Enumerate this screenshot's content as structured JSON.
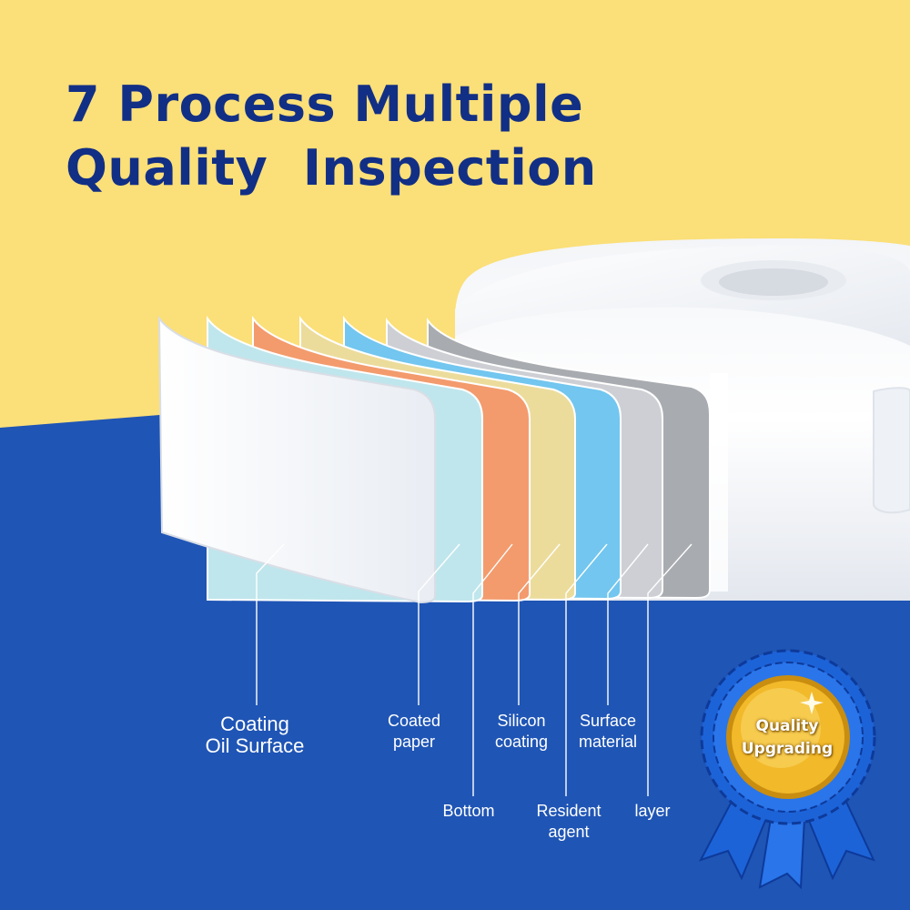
{
  "headline": {
    "line1": "7 Process Multiple",
    "line2": "Quality  Inspection"
  },
  "layer_labels": {
    "coating_oil_surface": [
      "Coating",
      "Oil Surface"
    ],
    "coated_paper": [
      "Coated",
      "paper"
    ],
    "bottom": [
      "Bottom"
    ],
    "silicon_coating": [
      "Silicon",
      "coating"
    ],
    "resident_agent": [
      "Resident",
      "agent"
    ],
    "surface_material": [
      "Surface",
      "material"
    ],
    "layer": [
      "layer"
    ]
  },
  "badge": {
    "line1": "Quality",
    "line2": "Upgrading"
  },
  "colors": {
    "background_top": "#fbdf78",
    "background_bottom": "#1f55b5",
    "headline": "#122f86",
    "layer_white": "#f4f7fb",
    "layer_light_blue": "#bfe6ec",
    "layer_orange": "#f39b6d",
    "layer_cream": "#ecdc9c",
    "layer_sky_blue": "#72c6ef",
    "layer_light_gray": "#cdcfd4",
    "layer_gray": "#a8abb0",
    "ribbon": "#1d63d8",
    "medal_gold": "#f2b92a"
  }
}
